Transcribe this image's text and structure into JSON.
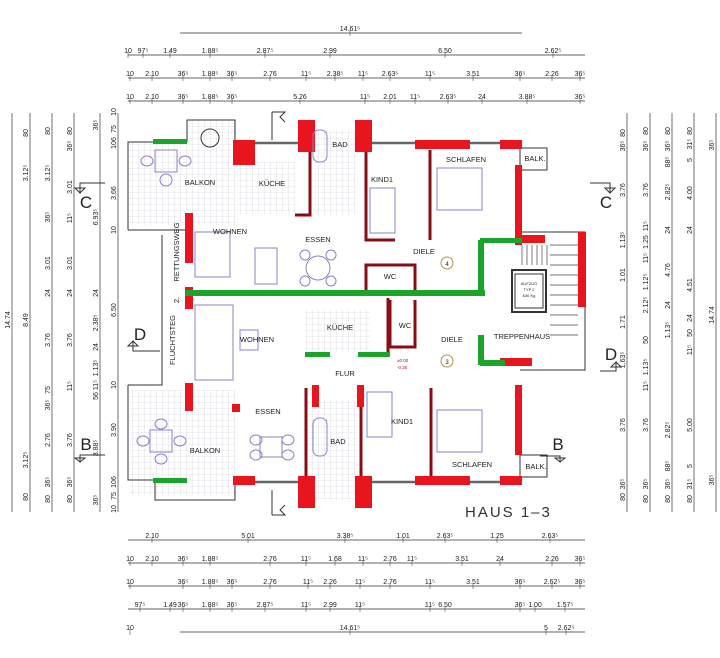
{
  "title": "HAUS 1–3",
  "colors": {
    "wall_new": "#e8141e",
    "wall_existing_green": "#1aa52a",
    "wall_interior": "#8a0d16",
    "furniture": "#8d80c4",
    "tile_grid": "#c9c9d6"
  },
  "rooms_upper": {
    "balkon": "BALKON",
    "kueche": "KÜCHE",
    "bad": "BAD",
    "kind1": "KIND1",
    "schlafen": "SCHLAFEN",
    "balk": "BALK.",
    "wohnen": "WOHNEN",
    "essen": "ESSEN",
    "diele": "DIELE",
    "wc": "WC",
    "apartment_no": "4",
    "rettungsweg": "RETTUNGSWEG",
    "floor_marker": "2."
  },
  "rooms_lower": {
    "fluchtsteg": "FLUCHTSTEG",
    "kueche": "KÜCHE",
    "wc": "WC",
    "wohnen": "WOHNEN",
    "diele": "DIELE",
    "treppenhaus": "TREPPENHAUS",
    "apartment_no": "3",
    "flur": "FLUR",
    "essen": "ESSEN",
    "kind1": "KIND1",
    "bad": "BAD",
    "balkon": "BALKON",
    "schlafen": "SCHLAFEN",
    "balk": "BALK."
  },
  "elevator": {
    "line1": "AUFZUG",
    "line2": "TYP 2",
    "line3": "630 Kg"
  },
  "levels": {
    "upper": "±0.00",
    "lower": "-0.30"
  },
  "section_marks": {
    "c": "C",
    "d": "D",
    "b": "B"
  },
  "dimensions": {
    "top": [
      [
        "14.61⁵"
      ],
      [
        "10",
        "97⁵",
        "1.49",
        "1.88⁵",
        "2.87⁵",
        "2.99",
        "6.50",
        "2.62⁵"
      ],
      [
        "10",
        "2.10",
        "36⁵",
        "1.88⁵",
        "36⁵",
        "2.76",
        "11⁵",
        "2.38⁵",
        "11⁵",
        "2.63⁵",
        "11⁵",
        "3.51",
        "36⁵",
        "2.26",
        "36⁵"
      ],
      [
        "10",
        "2.10",
        "36⁵",
        "1.88⁵",
        "36⁵",
        "5.26",
        "11⁵",
        "2.01",
        "11⁵",
        "2.63⁵",
        "24",
        "3.88⁵",
        "36⁵"
      ]
    ],
    "bottom": [
      [
        "2.10",
        "5.01",
        "3.38⁵",
        "1.01",
        "2.63⁵",
        "1.25",
        "2.63⁵"
      ],
      [
        "10",
        "2.10",
        "36⁵",
        "1.88⁵",
        "2.76",
        "11⁵",
        "1.68",
        "11⁵",
        "2.76",
        "11⁵",
        "24",
        "3.51",
        "2.26",
        "36⁵"
      ],
      [
        "10",
        "36⁵",
        "1.88⁵",
        "36⁵",
        "2.76",
        "11⁵",
        "2.26",
        "11⁵",
        "2.76",
        "11⁵",
        "3.51",
        "36⁵",
        "2.62⁵",
        "36⁵"
      ],
      [
        "97⁵",
        "1.49",
        "36⁵",
        "1.88⁵",
        "36⁵",
        "2.87⁵",
        "11⁵",
        "2.99",
        "11⁵",
        "11⁵",
        "6.50",
        "36⁵",
        "1.00",
        "1.57⁵"
      ],
      [
        "10",
        "14.61⁵",
        "5",
        "2.62⁵"
      ]
    ],
    "left": [
      [
        "14.74"
      ],
      [
        "80",
        "3.12⁵",
        "8.49",
        "3.12⁵",
        "80"
      ],
      [
        "80",
        "3.12⁵",
        "36⁵",
        "3.01",
        "24",
        "3.76",
        "75",
        "36⁵",
        "2.76",
        "36⁵",
        "80"
      ],
      [
        "80",
        "36⁵",
        "3.01",
        "11⁵",
        "3.01",
        "24",
        "3.76",
        "11⁵",
        "3.76",
        "36⁵",
        "80"
      ],
      [
        "36⁵",
        "6.93⁵",
        "24",
        "2.38⁵",
        "24",
        "1.13⁵",
        "11⁵",
        "56",
        "3.88⁵",
        "36⁵"
      ],
      [
        "10",
        "75",
        "106",
        "3.66",
        "10",
        "6.50",
        "10",
        "3.90",
        "106",
        "75",
        "10"
      ]
    ],
    "right": [
      [
        "80",
        "36⁵",
        "3.76",
        "1.13⁵",
        "1.01",
        "1.71",
        "1.63⁵",
        "3.76",
        "36⁵",
        "80"
      ],
      [
        "80",
        "36⁵",
        "3.76",
        "11⁵",
        "1.25",
        "11⁵",
        "1.12⁵",
        "2.12⁵",
        "50",
        "1.13⁵",
        "11⁵",
        "3.76",
        "36⁵",
        "80"
      ],
      [
        "80",
        "36⁵",
        "88⁵",
        "2.82⁵",
        "24",
        "4.76",
        "24",
        "1.13⁵",
        "2.82⁵",
        "88⁵",
        "36⁵",
        "80"
      ],
      [
        "80",
        "31⁵",
        "5",
        "4.00",
        "24",
        "4.51",
        "24",
        "50",
        "11⁵",
        "5.00",
        "5",
        "31⁵",
        "80"
      ],
      [
        "36⁵",
        "14.74",
        "36⁵"
      ]
    ]
  }
}
